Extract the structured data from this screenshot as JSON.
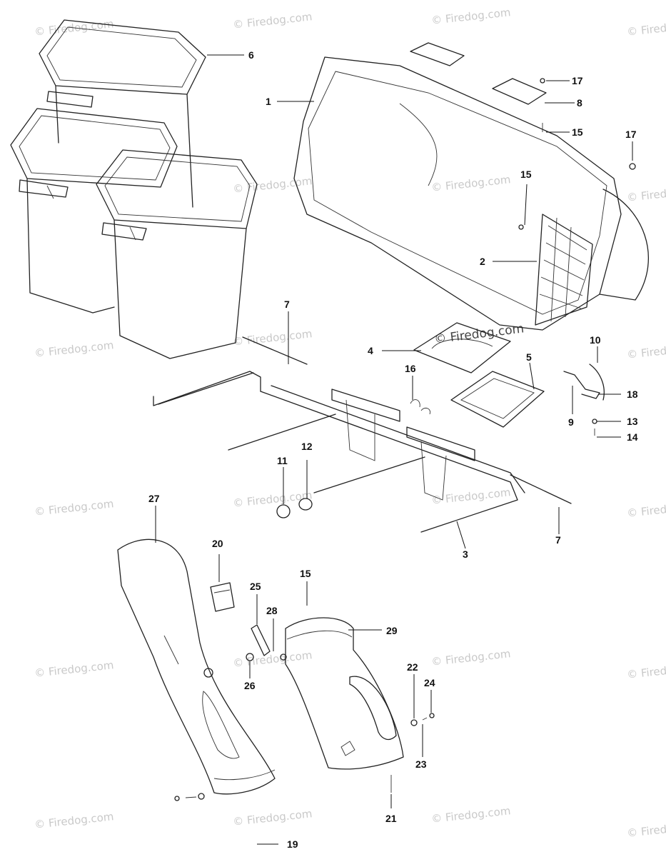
{
  "watermark_text": "© Firedog.com",
  "callouts": [
    {
      "id": "c1",
      "label": "1"
    },
    {
      "id": "c2",
      "label": "2"
    },
    {
      "id": "c3",
      "label": "3"
    },
    {
      "id": "c4",
      "label": "4"
    },
    {
      "id": "c5",
      "label": "5"
    },
    {
      "id": "c6",
      "label": "6"
    },
    {
      "id": "c7a",
      "label": "7"
    },
    {
      "id": "c7b",
      "label": "7"
    },
    {
      "id": "c8",
      "label": "8"
    },
    {
      "id": "c9",
      "label": "9"
    },
    {
      "id": "c10",
      "label": "10"
    },
    {
      "id": "c11",
      "label": "11"
    },
    {
      "id": "c12",
      "label": "12"
    },
    {
      "id": "c13",
      "label": "13"
    },
    {
      "id": "c14",
      "label": "14"
    },
    {
      "id": "c15a",
      "label": "15"
    },
    {
      "id": "c15b",
      "label": "15"
    },
    {
      "id": "c15c",
      "label": "15"
    },
    {
      "id": "c16",
      "label": "16"
    },
    {
      "id": "c17a",
      "label": "17"
    },
    {
      "id": "c17b",
      "label": "17"
    },
    {
      "id": "c18",
      "label": "18"
    },
    {
      "id": "c19",
      "label": "19"
    },
    {
      "id": "c20",
      "label": "20"
    },
    {
      "id": "c21",
      "label": "21"
    },
    {
      "id": "c22",
      "label": "22"
    },
    {
      "id": "c23",
      "label": "23"
    },
    {
      "id": "c24",
      "label": "24"
    },
    {
      "id": "c25",
      "label": "25"
    },
    {
      "id": "c26",
      "label": "26"
    },
    {
      "id": "c27",
      "label": "27"
    },
    {
      "id": "c28",
      "label": "28"
    },
    {
      "id": "c29",
      "label": "29"
    }
  ]
}
